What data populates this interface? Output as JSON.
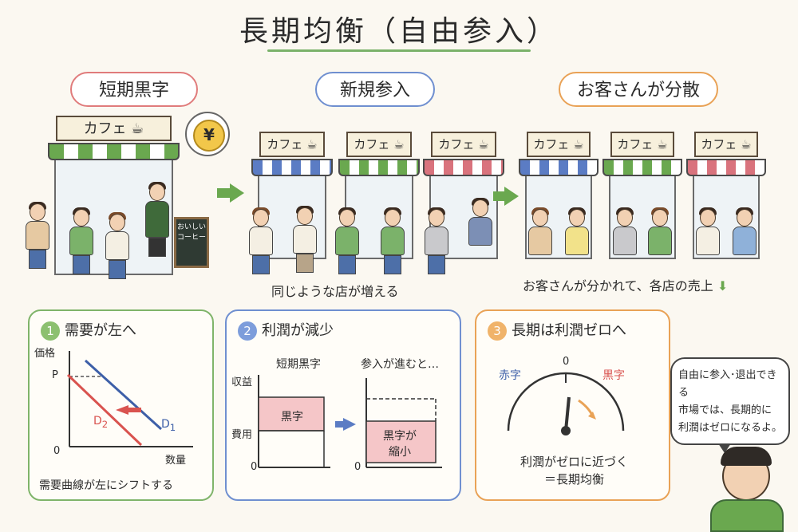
{
  "title": "長期均衡（自由参入）",
  "stages": [
    {
      "label": "短期黒字",
      "color": "#e07b7b"
    },
    {
      "label": "新規参入",
      "color": "#6f8fd0"
    },
    {
      "label": "お客さんが分散",
      "color": "#e9a256"
    }
  ],
  "shop_sign": "カフェ",
  "menu_board": "おいしいコーヒー",
  "yen_symbol": "¥",
  "captions": {
    "entry": "同じような店が増える",
    "disperse": "お客さんが分かれて、各店の売上",
    "down_arrow": "⬇"
  },
  "colors": {
    "green_stripe": "#6aa84f",
    "blue_stripe": "#5b7cc4",
    "red_stripe": "#d9737d",
    "panel1": "#7fb46a",
    "panel2": "#6f8fd0",
    "panel3": "#e9a256"
  },
  "panel1": {
    "num": "1",
    "title": "需要が左へ",
    "ylabel": "価格",
    "xlabel": "数量",
    "price_label": "P",
    "origin": "0",
    "d1": "D",
    "d1_sub": "1",
    "d2": "D",
    "d2_sub": "2",
    "caption": "需要曲線が左にシフトする"
  },
  "panel2": {
    "num": "2",
    "title": "利潤が減少",
    "left_label": "短期黒字",
    "right_label": "参入が進むと…",
    "revenue": "収益",
    "cost": "費用",
    "origin_left": "0",
    "origin_right": "0",
    "profit": "黒字",
    "profit_shrink_1": "黒字が",
    "profit_shrink_2": "縮小"
  },
  "panel3": {
    "num": "3",
    "title": "長期は利潤ゼロへ",
    "loss": "赤字",
    "gain": "黒字",
    "zero": "0",
    "caption_1": "利潤がゼロに近づく",
    "caption_2": "＝長期均衡"
  },
  "speech": {
    "line1": "自由に参入･退出できる",
    "line2": "市場では、長期的に",
    "line3": "利潤はゼロになるよ。"
  }
}
